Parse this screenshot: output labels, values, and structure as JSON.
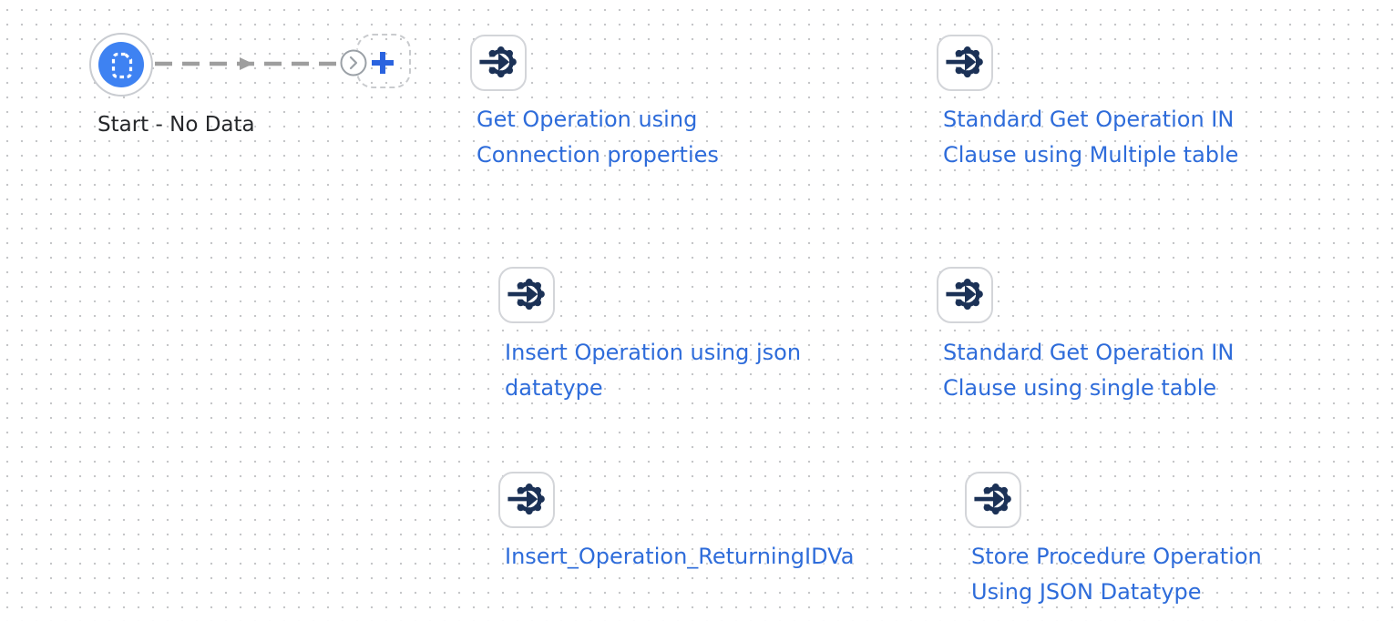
{
  "canvas": {
    "start_node": {
      "label": "Start - No Data",
      "icon": "document-dashed-icon",
      "circle_color": "#3e82f2"
    },
    "connector": {
      "style": "dashed",
      "end_icon": "chevron-right-icon",
      "add_icon": "plus-icon"
    },
    "nodes": [
      {
        "icon": "gear-arrow-icon",
        "label": "Get Operation using Connection properties",
        "lines": [
          "Get Operation using",
          "Connection properties"
        ]
      },
      {
        "icon": "gear-arrow-icon",
        "label": "Standard Get Operation IN Clause using Multiple table",
        "lines": [
          "Standard Get Operation IN",
          "Clause using Multiple table"
        ]
      },
      {
        "icon": "gear-arrow-icon",
        "label": "Insert Operation using json datatype",
        "lines": [
          "Insert Operation using json",
          "datatype"
        ]
      },
      {
        "icon": "gear-arrow-icon",
        "label": "Standard Get Operation IN Clause using single table",
        "lines": [
          "Standard Get Operation IN",
          "Clause using single table"
        ]
      },
      {
        "icon": "gear-arrow-icon",
        "label": "Insert_Operation_ReturningIDVa",
        "lines": [
          "Insert_Operation_ReturningIDVa"
        ]
      },
      {
        "icon": "gear-arrow-icon",
        "label": "Store Procedure Operation Using JSON Datatype",
        "lines": [
          "Store Procedure Operation",
          "Using JSON Datatype"
        ]
      }
    ],
    "colors": {
      "label_blue": "#2e6cda",
      "icon_navy": "#1b3156",
      "start_blue": "#3e82f2",
      "add_blue": "#2a63df",
      "connector_gray": "#9e9e9e",
      "grid_dot": "#c5c6c8"
    }
  }
}
